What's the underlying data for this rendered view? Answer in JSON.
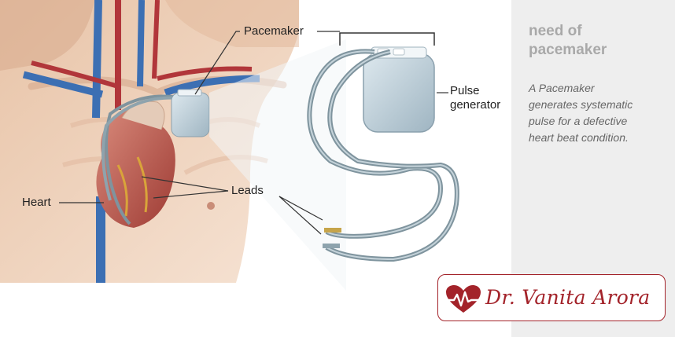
{
  "illustration": {
    "labels": {
      "pacemaker": "Pacemaker",
      "pulse_line1": "Pulse",
      "pulse_line2": "generator",
      "leads": "Leads",
      "heart": "Heart"
    }
  },
  "side_panel": {
    "heading_line1": "need of",
    "heading_line2": "pacemaker",
    "description_lines": [
      "A Pacemaker",
      "generates systematic",
      "pulse for a defective",
      "heart beat condition."
    ]
  },
  "logo": {
    "text": "Dr. Vanita Arora",
    "color": "#a3232a",
    "icon": "heart-ecg-icon"
  },
  "colors": {
    "panel_bg": "#eeeeee",
    "heading": "#a9a9a9",
    "description": "#666666",
    "device": "#c9d9e2",
    "lead_wire": "#7f949e",
    "vein_blue": "#3c6fb3",
    "artery_red": "#b1363a"
  }
}
